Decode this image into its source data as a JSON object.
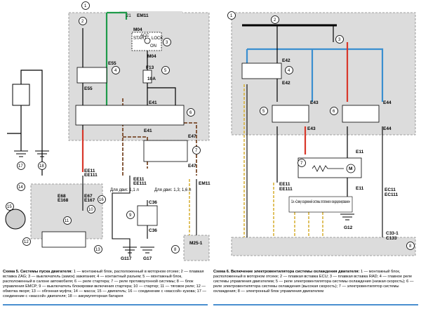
{
  "left_scheme": {
    "labels": {
      "em11_top": "EM11",
      "num_21": "21",
      "num_6_top": "6",
      "m04_a": "M04",
      "m04_b": "M04",
      "start": "START",
      "lock": "LOCK",
      "acc": "ACC",
      "on": "ON",
      "e55_a": "E55",
      "e55_b": "E55",
      "f13": "F13",
      "f13_rating": "10A",
      "e41_a": "E41",
      "e41_b": "E41",
      "e47_a": "E47",
      "e47_b": "E47",
      "ee11": "EE11",
      "ee111": "EE111",
      "ee11_b": "EE11",
      "ee111_b": "EE111",
      "e68": "E68",
      "e168": "E168",
      "e67": "E67",
      "e167": "E167",
      "c36_a": "C36",
      "c36_b": "C36",
      "m25": "M25-1",
      "em11_b": "EM11",
      "g117": "G117",
      "g17": "G17",
      "for_engines_1": "Для двиг. 1,1 л",
      "for_engines_2": "Для двиг. 1,3; 1,6 л"
    },
    "callouts": [
      "1",
      "2",
      "3",
      "4",
      "5",
      "6",
      "7",
      "8",
      "9",
      "10",
      "11",
      "12",
      "13",
      "14",
      "15",
      "16",
      "17",
      "18"
    ],
    "caption": {
      "title": "Схема 5. Системы пуска двигателя:",
      "text": "1 — монтажный блок, расположенный в моторном отсеке; 2 — плавкая вставка ZAG; 3 — выключатель (замок) зажигания; 4 — контактный разъем; 5 — монтажный блок, расположенный в салоне автомобиля; 6 — реле стартера; 7 — реле противоугонной системы; 8 — блок управления ЕМСР; 9 — выключатель блокировки включения стартера; 10 — стартер; 11 — тяговое реле; 12 — обмотка якоря; 13 — обгонная муфта; 14 — масса; 15 — двигатель; 16 — соединение с «массой» кузова; 17 — соединение с «массой» двигателя; 18 — аккумуляторная батарея"
    }
  },
  "right_scheme": {
    "labels": {
      "e42_a": "E42",
      "e42_b": "E42",
      "e43_a": "E43",
      "e43_b": "E43",
      "e44_a": "E44",
      "e44_b": "E44",
      "e11_a": "E11",
      "e11_b": "E11",
      "ee11": "EE11",
      "ee111": "EE111",
      "ec11": "EC11",
      "ec111": "EC111",
      "g12": "G12",
      "c33": "C33-1",
      "c133": "C133",
      "motor": "M",
      "note": "См. «Схему соединений системы отопления и кондиционирования»"
    },
    "callouts": [
      "1",
      "2",
      "3",
      "4",
      "5",
      "6",
      "7",
      "8"
    ],
    "caption": {
      "title": "Схема 6. Включение электровентилятора системы охлаждения двигателя:",
      "text": "1 — монтажный блок, расположенный в моторном отсеке; 2 — плавкая вставка ECU; 3 — плавкая вставка RAD; 4 — главное реле системы управления двигателем; 5 — реле электровентилятора системы охлаждения (низкая скорость); 6 — реле электровентилятора системы охлаждения (высокая скорость); 7 — электровентилятор системы охлаждения; 8 — электронный блок управления двигателем"
    }
  },
  "colors": {
    "frame_gray": "#d8d8d8",
    "wire_green": "#1e9a4a",
    "wire_blue": "#3a8fd0",
    "wire_red": "#d8372a",
    "wire_brown": "#7a4a2a",
    "wire_yellow": "#d8b23a",
    "callout_fill": "#ffffff"
  }
}
